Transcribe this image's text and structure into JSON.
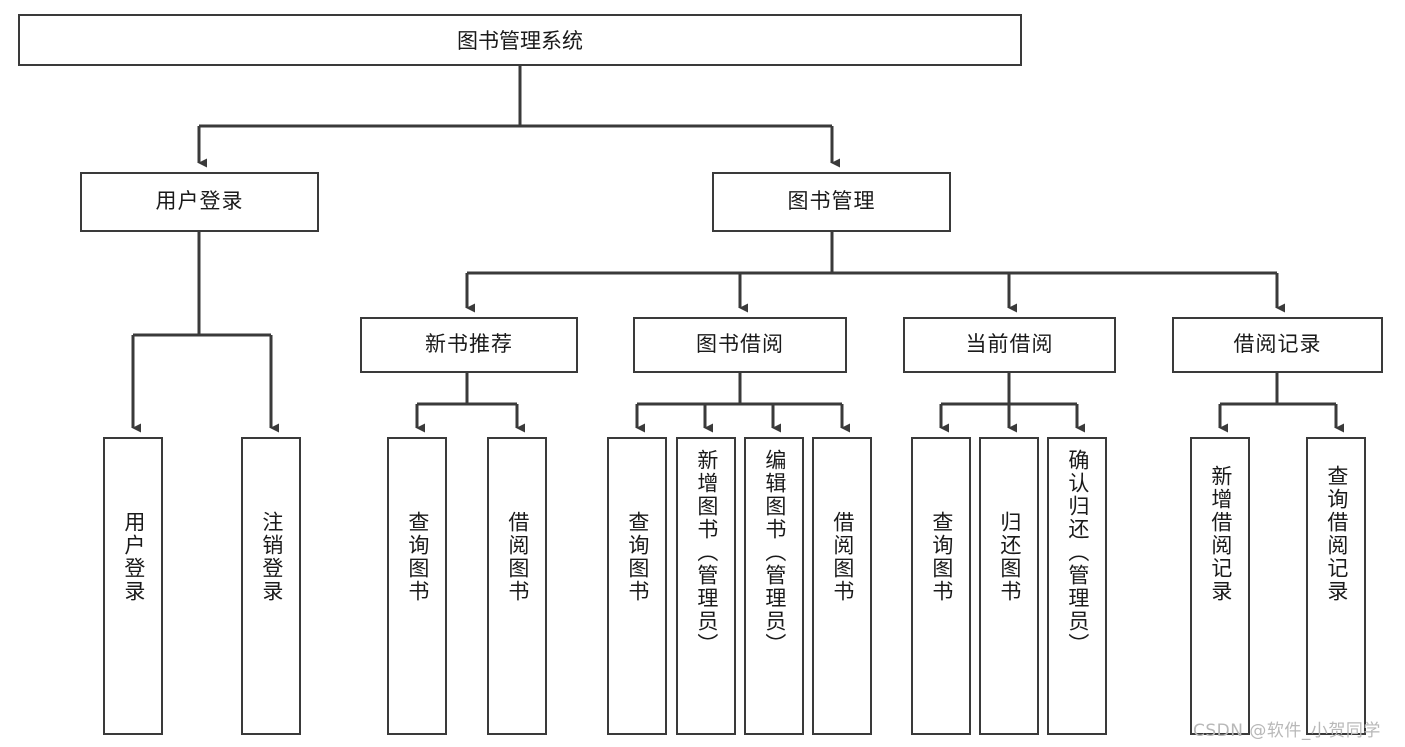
{
  "diagram": {
    "type": "tree",
    "title": "图书管理系统",
    "root": {
      "label": "图书管理系统"
    },
    "level2": [
      {
        "label": "用户登录"
      },
      {
        "label": "图书管理"
      }
    ],
    "level3": [
      {
        "label": "新书推荐"
      },
      {
        "label": "图书借阅"
      },
      {
        "label": "当前借阅"
      },
      {
        "label": "借阅记录"
      }
    ],
    "leaves": {
      "user_login": [
        {
          "label": "用户登录"
        },
        {
          "label": "注销登录"
        }
      ],
      "new_book_recommend": [
        {
          "label": "查询图书"
        },
        {
          "label": "借阅图书"
        }
      ],
      "book_borrow": [
        {
          "label": "查询图书"
        },
        {
          "label": "新增图书（管理员）"
        },
        {
          "label": "编辑图书（管理员）"
        },
        {
          "label": "借阅图书"
        }
      ],
      "current_borrow": [
        {
          "label": "查询图书"
        },
        {
          "label": "归还图书"
        },
        {
          "label": "确认归还（管理员）"
        }
      ],
      "borrow_record": [
        {
          "label": "新增借阅记录"
        },
        {
          "label": "查询借阅记录"
        }
      ]
    }
  },
  "watermark": {
    "text": "CSDN @软件_小贺同学"
  },
  "colors": {
    "box_border": "#3a3a3a",
    "box_fill": "#ffffff",
    "text": "#1a1a1a",
    "connector": "#3a3a3a",
    "watermark": "#b8b8b8",
    "background": "#ffffff"
  }
}
